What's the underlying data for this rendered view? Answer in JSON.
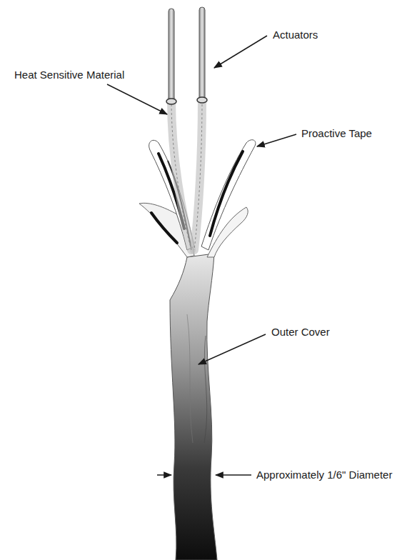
{
  "diagram": {
    "labels": [
      "Actuators",
      "Heat Sensitive Material",
      "Proactive Tape",
      "Outer Cover",
      "Approximately 1/6\" Diameter"
    ]
  }
}
